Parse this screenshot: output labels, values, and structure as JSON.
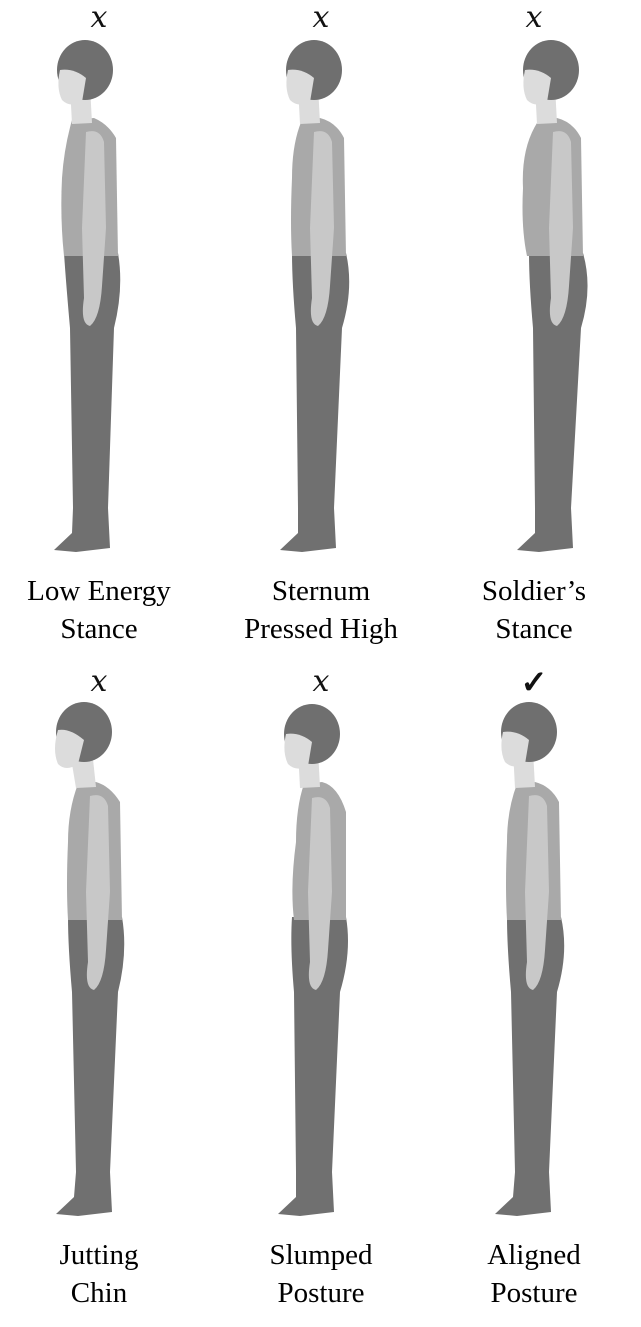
{
  "colors": {
    "head_hair": "#6f6f6f",
    "skin": "#dcdcdc",
    "top": "#a9a9a9",
    "arm": "#c8c8c8",
    "legs": "#707070"
  },
  "figures": [
    {
      "mark": "x",
      "mark_icon": "x-mark-icon",
      "caption": [
        "Low Energy",
        "Stance"
      ]
    },
    {
      "mark": "x",
      "mark_icon": "x-mark-icon",
      "caption": [
        "Sternum",
        "Pressed High"
      ]
    },
    {
      "mark": "x",
      "mark_icon": "x-mark-icon",
      "caption": [
        "Soldier’s",
        "Stance"
      ]
    },
    {
      "mark": "x",
      "mark_icon": "x-mark-icon",
      "caption": [
        "Jutting",
        "Chin"
      ]
    },
    {
      "mark": "x",
      "mark_icon": "x-mark-icon",
      "caption": [
        "Slumped",
        "Posture"
      ]
    },
    {
      "mark": "✓",
      "mark_icon": "check-mark-icon",
      "caption": [
        "Aligned",
        "Posture"
      ]
    }
  ]
}
